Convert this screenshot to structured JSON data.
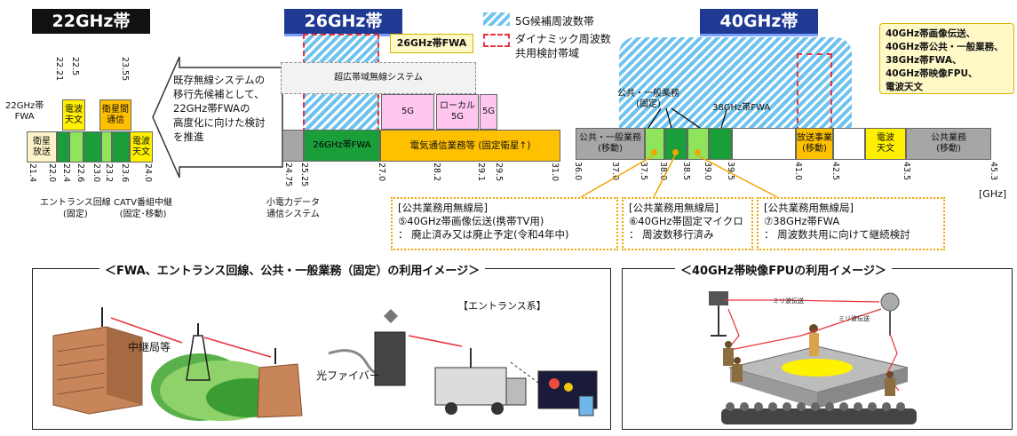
{
  "headers": {
    "h22": "22GHz帯",
    "h26": "26GHz帯",
    "h40": "40GHz帯"
  },
  "legend": {
    "candidate": "5G候補周波数帯",
    "dynamic": "ダイナミック周波数\n共用検討帯域"
  },
  "b22": {
    "blocks": {
      "sat_broadcast": "衛星\n放送",
      "radio_astro_top": "電波\n天文",
      "sat_comm": "衛星間\n通信",
      "radio_astro_right": "電波\n天文"
    },
    "fwa_label": "22GHz帯\nFWA",
    "ticks_top": [
      "22.21",
      "22.5",
      "23.55"
    ],
    "ticks_bottom": [
      "21.4",
      "22.0",
      "22.4",
      "22.6",
      "23.0",
      "23.2",
      "23.6",
      "24.0"
    ],
    "entrance": "エントランス回線\n(固定)",
    "catv": "CATV番組中継\n(固定･移動)"
  },
  "arrow_text": "既存無線システムの\n移行先候補として、\n22GHz帯FWAの\n高度化に向けた検討\nを推進",
  "b26": {
    "uwb": "超広帯域無線システム",
    "fg_a": "5G",
    "local5g": "ローカル\n5G",
    "fg_b": "5G",
    "fwa": "26GHz帯FWA",
    "telecom": "電気通信業務等 (固定衛星↑)",
    "fwa_callout": "26GHz帯FWA",
    "ticks": [
      "24.75",
      "25.25",
      "27.0",
      "28.2",
      "29.1",
      "29.5",
      "31.0"
    ],
    "lowpower": "小電力データ\n通信システム"
  },
  "b40": {
    "public_mobile_left": "公共・一般業務\n(移動)",
    "public_fixed": "公共・一般業務\n(固定)",
    "fwa38": "38GHz帯FWA",
    "broadcast": "放送事業\n(移動)",
    "radio_astro": "電波\n天文",
    "public_mobile_right": "公共業務\n(移動)",
    "ticks": [
      "36.0",
      "37.0",
      "37.5",
      "38.0",
      "38.5",
      "39.0",
      "39.5",
      "41.0",
      "42.5",
      "43.5",
      "45.3"
    ],
    "unit": "[GHz]",
    "callout": "40GHz帯画像伝送、\n40GHz帯公共・一般業務、\n38GHz帯FWA、\n40GHz帯映像FPU、\n電波天文"
  },
  "notes": [
    {
      "head": "[公共業務用無線局]",
      "line1": "⑤40GHz帯画像伝送(携帯TV用)",
      "line2": "： 廃止済み又は廃止予定(令和4年中)"
    },
    {
      "head": "[公共業務用無線局]",
      "line1": "⑥40GHz帯固定マイクロ",
      "line2": "： 周波数移行済み"
    },
    {
      "head": "[公共業務用無線局]",
      "line1": "⑦38GHz帯FWA",
      "line2": "： 周波数共用に向けて継続検討"
    }
  ],
  "image_left": {
    "title": "＜FWA、エントランス回線、公共・一般業務（固定）の利用イメージ＞",
    "relay": "中継局等",
    "entrance_sys": "【エントランス系】",
    "fiber": "光ファイバー"
  },
  "image_right": {
    "title": "＜40GHz帯映像FPUの利用イメージ＞",
    "mw1": "ミリ波伝送",
    "mw2": "ミリ波伝送"
  },
  "colors": {
    "header_bg": "#111111",
    "header_blue": "#1f3a93",
    "green_dark": "#1a9e3a",
    "green_light": "#8ee55b",
    "yellow": "#ffef00",
    "orange": "#ffc000",
    "pink": "#ffc6f0",
    "cream": "#fdf3c8",
    "gray": "#a6a6a6"
  }
}
